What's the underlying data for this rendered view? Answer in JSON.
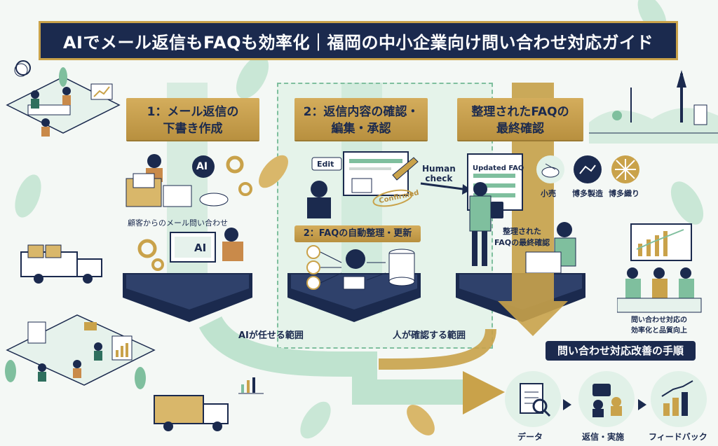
{
  "title": "AIでメール返信もFAQも効率化｜福岡の中小企業向け問い合わせ対応ガイド",
  "steps": [
    {
      "label_line1": "1：メール返信の",
      "label_line2": "下書き作成"
    },
    {
      "label_line1": "2：返信内容の確認・",
      "label_line2": "編集・承認"
    },
    {
      "label_line1": "整理されたFAQの",
      "label_line2": "最終確認"
    }
  ],
  "faq_auto_label": "2：FAQの自動整理・更新",
  "customer_mail_caption": "顧客からのメール問い合わせ",
  "ai_chip": "AI",
  "ai_screen": "AI",
  "edit_tag": "Edit",
  "confirmed_stamp": "Confirmed",
  "human_check": {
    "line1": "Human",
    "line2": "check"
  },
  "updated_faq_title": "Updated FAQ",
  "faq_final_caption": {
    "line1": "整理された",
    "line2": "FAQの最終確認"
  },
  "industries": [
    "小売",
    "博多製造",
    "博多織り"
  ],
  "ai_scope": "AIが任せる範囲",
  "human_scope": "人が確認する範囲",
  "improvement_caption": {
    "line1": "問い合わせ対応の",
    "line2": "効率化と品質向上"
  },
  "procedure_title": "問い合わせ対応改善の手順",
  "procedure_steps": [
    "データ",
    "返信・実施",
    "フィードバック"
  ],
  "colors": {
    "navy": "#1b2a4e",
    "gold": "#c9a24a",
    "mint": "#bfe3cf",
    "bg": "#f4f8f5"
  }
}
